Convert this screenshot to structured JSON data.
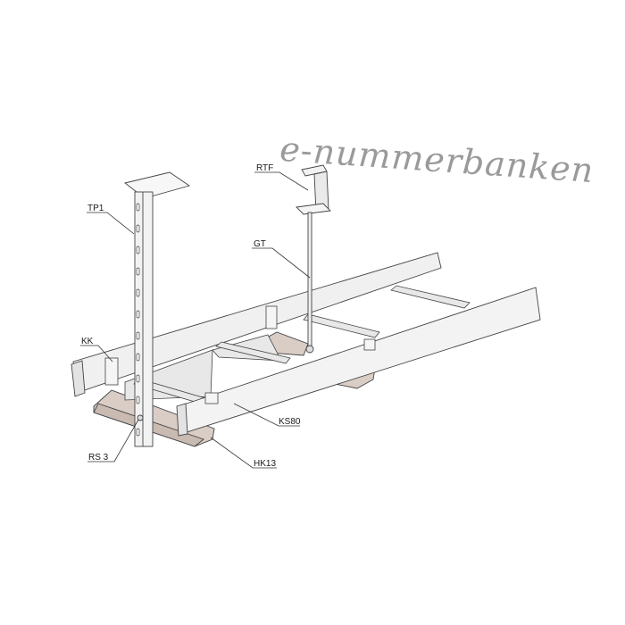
{
  "watermark": "e-nummerbanken",
  "labels": {
    "tp1": "TP1",
    "rtf": "RTF",
    "gt": "GT",
    "kk": "KK",
    "ks80": "KS80",
    "rs3": "RS 3",
    "hk13": "HK13"
  },
  "colors": {
    "metal": "#efefef",
    "bracket": "#d9cdc6",
    "outline": "#444444"
  }
}
